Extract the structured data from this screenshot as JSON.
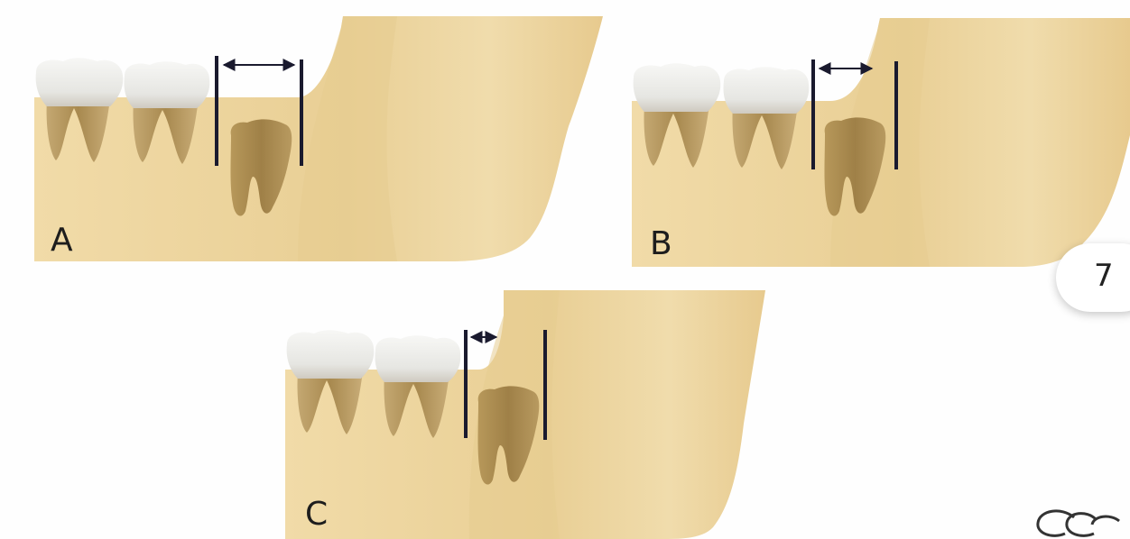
{
  "panels": [
    {
      "label": "A"
    },
    {
      "label": "B"
    },
    {
      "label": "C"
    }
  ],
  "page_badge": "7",
  "colors": {
    "bone": "#efd7a2",
    "bone_shade": "#e3c485",
    "root": "#b49860",
    "crown": "#f2f2f0",
    "marker_line": "#1a1a2e"
  }
}
